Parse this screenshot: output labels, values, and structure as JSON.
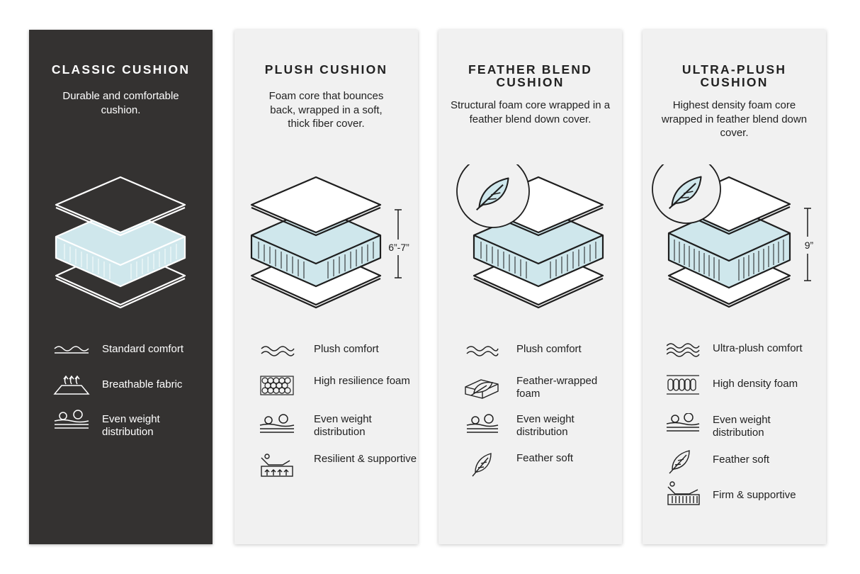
{
  "colors": {
    "dark_card": "#343231",
    "light_card": "#f1f1f1",
    "foam_blue": "#cfe7ec",
    "line": "#1e1e1e"
  },
  "cards": [
    {
      "title": "CLASSIC CUSHION",
      "description": "Durable and comfortable cushion.",
      "features": [
        {
          "icon": "wave-icon",
          "label": "Standard comfort"
        },
        {
          "icon": "breathable-fabric-icon",
          "label": "Breathable fabric"
        },
        {
          "icon": "weight-distribution-icon",
          "label": "Even weight distribution"
        }
      ]
    },
    {
      "title": "PLUSH CUSHION",
      "description": "Foam core that bounces back, wrapped in a soft, thick fiber cover.",
      "dimension": "6”-7”",
      "features": [
        {
          "icon": "wave-icon",
          "label": "Plush comfort"
        },
        {
          "icon": "honeycomb-foam-icon",
          "label": "High resilience foam"
        },
        {
          "icon": "weight-distribution-icon",
          "label": "Even weight distribution"
        },
        {
          "icon": "support-arrows-icon",
          "label": "Resilient & supportive"
        }
      ]
    },
    {
      "title": "FEATHER BLEND CUSHION",
      "description": "Structural foam core wrapped in a feather blend down cover.",
      "features": [
        {
          "icon": "wave-icon",
          "label": "Plush comfort"
        },
        {
          "icon": "feather-wrapped-foam-icon",
          "label": "Feather-wrapped foam"
        },
        {
          "icon": "weight-distribution-icon",
          "label": "Even weight distribution"
        },
        {
          "icon": "feather-icon",
          "label": "Feather soft"
        }
      ]
    },
    {
      "title": "ULTRA-PLUSH CUSHION",
      "description": "Highest density foam core wrapped in feather blend down cover.",
      "dimension": "9”",
      "features": [
        {
          "icon": "triple-wave-icon",
          "label": "Ultra-plush comfort"
        },
        {
          "icon": "high-density-foam-icon",
          "label": "High density foam"
        },
        {
          "icon": "weight-distribution-icon",
          "label": "Even weight distribution"
        },
        {
          "icon": "feather-icon",
          "label": "Feather soft"
        },
        {
          "icon": "firm-support-icon",
          "label": "Firm & supportive"
        }
      ]
    }
  ]
}
